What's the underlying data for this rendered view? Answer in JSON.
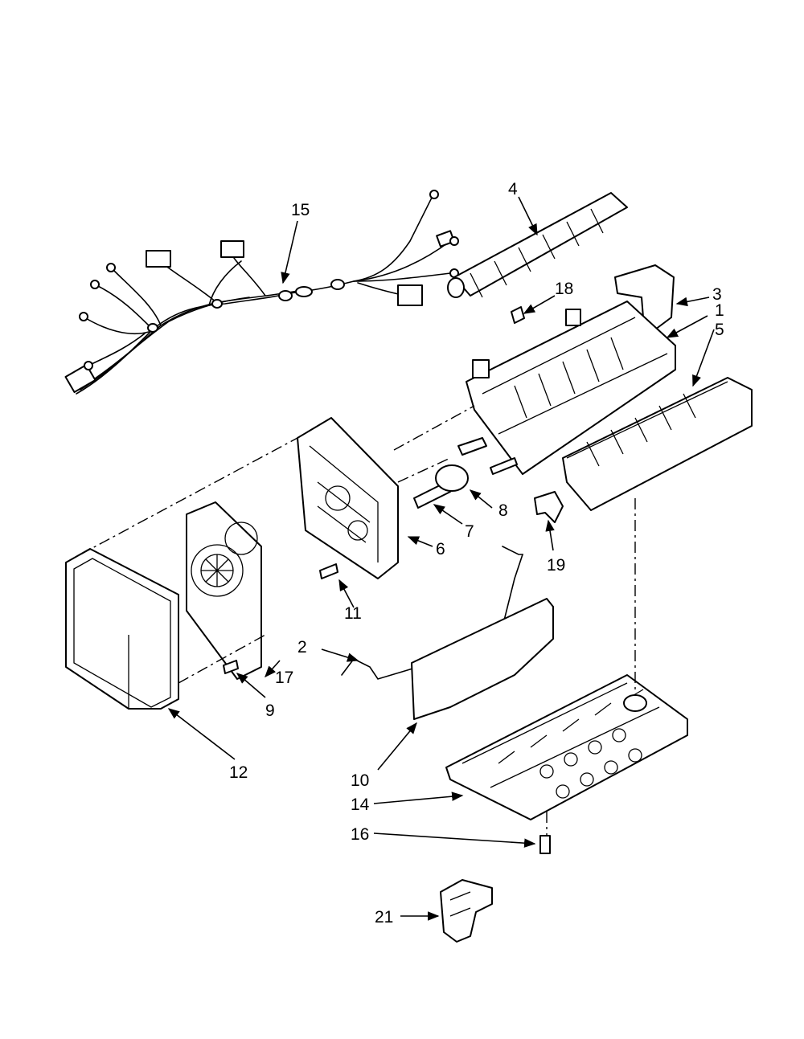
{
  "diagram": {
    "callouts": [
      {
        "id": "1",
        "label": "1"
      },
      {
        "id": "2",
        "label": "2"
      },
      {
        "id": "3",
        "label": "3"
      },
      {
        "id": "4",
        "label": "4"
      },
      {
        "id": "5",
        "label": "5"
      },
      {
        "id": "6",
        "label": "6"
      },
      {
        "id": "7",
        "label": "7"
      },
      {
        "id": "8",
        "label": "8"
      },
      {
        "id": "9",
        "label": "9"
      },
      {
        "id": "10",
        "label": "10"
      },
      {
        "id": "11",
        "label": "11"
      },
      {
        "id": "12",
        "label": "12"
      },
      {
        "id": "14",
        "label": "14"
      },
      {
        "id": "15",
        "label": "15"
      },
      {
        "id": "16",
        "label": "16"
      },
      {
        "id": "17",
        "label": "17"
      },
      {
        "id": "18",
        "label": "18"
      },
      {
        "id": "19",
        "label": "19"
      },
      {
        "id": "21",
        "label": "21"
      }
    ]
  }
}
